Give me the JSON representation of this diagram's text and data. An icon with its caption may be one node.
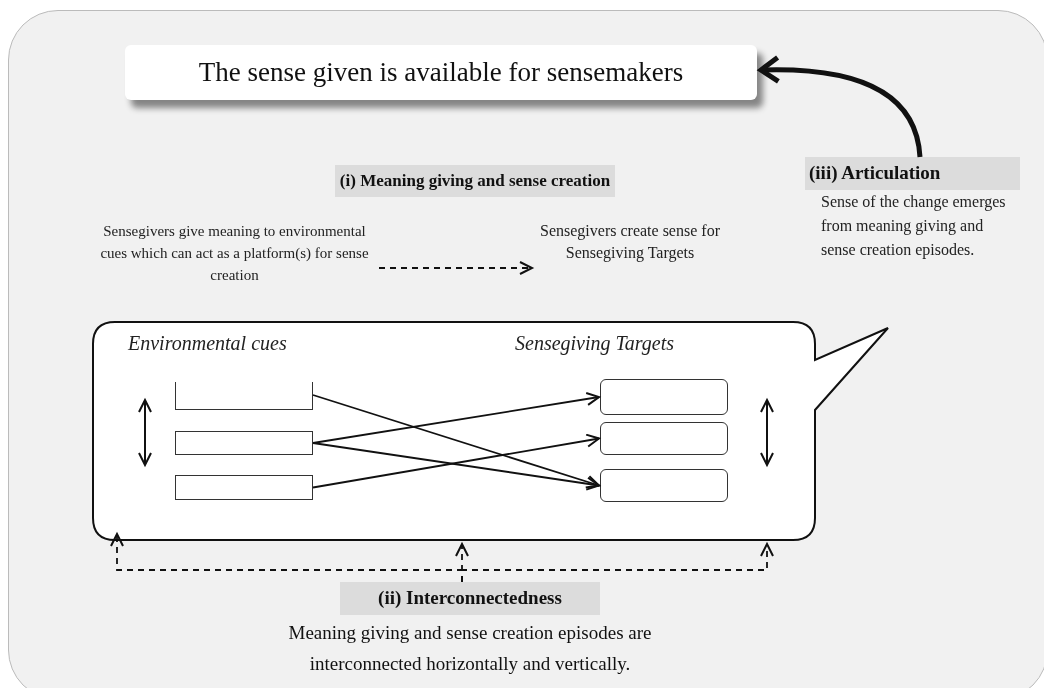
{
  "diagram": {
    "nodes": [
      {
        "text": [
          "The sense given is available for sensemakers"
        ]
      },
      {
        "text": [
          "(iii) Articulation",
          "Sense of the change emerges from meaning giving and sense creation episodes."
        ]
      },
      {
        "text": [
          "(i) Meaning giving and sense creation"
        ]
      },
      {
        "text": [
          "Sensegivers give meaning to environmental cues which can act as a platform(s) for sense creation"
        ]
      },
      {
        "text": [
          "Sensegivers create sense for Sensegiving Targets"
        ]
      },
      {
        "text": [
          "Environmental cues",
          "Sensegiving Targets"
        ]
      },
      {
        "text": [],
        "shape": "box",
        "in": 5
      },
      {
        "text": [],
        "shape": "box",
        "in": 5
      },
      {
        "text": [],
        "shape": "box",
        "in": 5
      },
      {
        "text": [],
        "shape": "box",
        "in": 5
      },
      {
        "text": [],
        "shape": "box",
        "in": 5
      },
      {
        "text": [],
        "shape": "box",
        "in": 5
      },
      {
        "text": [
          "(ii) Interconnectedness",
          "Meaning giving and sense creation episodes are interconnected horizontally and vertically."
        ]
      }
    ],
    "edges": [
      {
        "from": 1,
        "to": 0,
        "arrow": "to",
        "style": "thick"
      },
      {
        "from": 3,
        "to": 4,
        "arrow": "to",
        "style": "dashed"
      },
      {
        "from": 6,
        "to": 11,
        "arrow": "to"
      },
      {
        "from": 7,
        "to": 9,
        "arrow": "to"
      },
      {
        "from": 7,
        "to": 11,
        "arrow": "to"
      },
      {
        "from": 8,
        "to": 10,
        "arrow": "to"
      },
      {
        "from": 12,
        "to": 5,
        "arrow": "to",
        "style": "dashed"
      },
      {
        "from": 12,
        "to": 5,
        "arrow": "to",
        "style": "dashed"
      },
      {
        "from": 12,
        "to": 5,
        "arrow": "to",
        "style": "dashed"
      }
    ]
  }
}
